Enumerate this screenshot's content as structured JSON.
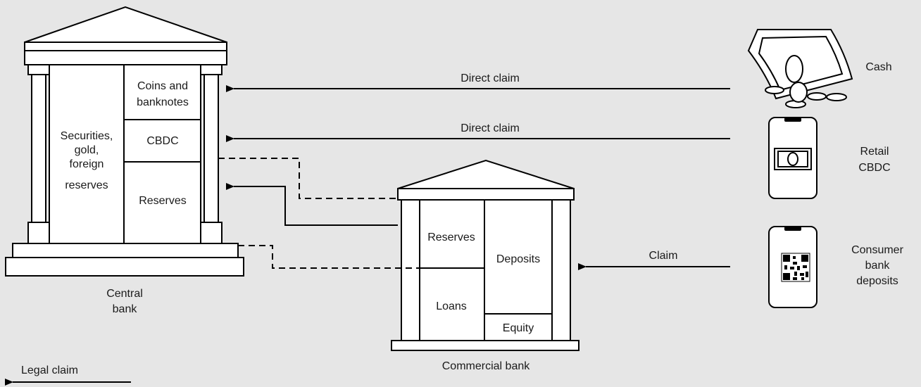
{
  "central_bank": {
    "name_line1": "Central",
    "name_line2": "bank",
    "assets": [
      "Securities,",
      "gold,",
      "foreign",
      "reserves"
    ],
    "liabilities": {
      "coins_line1": "Coins and",
      "coins_line2": "banknotes",
      "cbdc": "CBDC",
      "reserves": "Reserves"
    }
  },
  "commercial_bank": {
    "name": "Commercial bank",
    "assets": {
      "reserves": "Reserves",
      "loans": "Loans"
    },
    "liabilities": {
      "deposits": "Deposits",
      "equity": "Equity"
    }
  },
  "arrows": {
    "cash_claim": "Direct claim",
    "cbdc_claim": "Direct claim",
    "deposit_claim": "Claim"
  },
  "holders": {
    "cash": "Cash",
    "retail_cbdc_line1": "Retail",
    "retail_cbdc_line2": "CBDC",
    "consumer_line1": "Consumer",
    "consumer_line2": "bank",
    "consumer_line3": "deposits"
  },
  "legend": {
    "legal_claim": "Legal claim"
  },
  "colors": {
    "background": "#e6e6e6",
    "ink": "#000000",
    "fill": "#ffffff"
  },
  "icons": [
    "banknote-icon",
    "coin-icon",
    "phone-icon",
    "qr-code-icon"
  ]
}
